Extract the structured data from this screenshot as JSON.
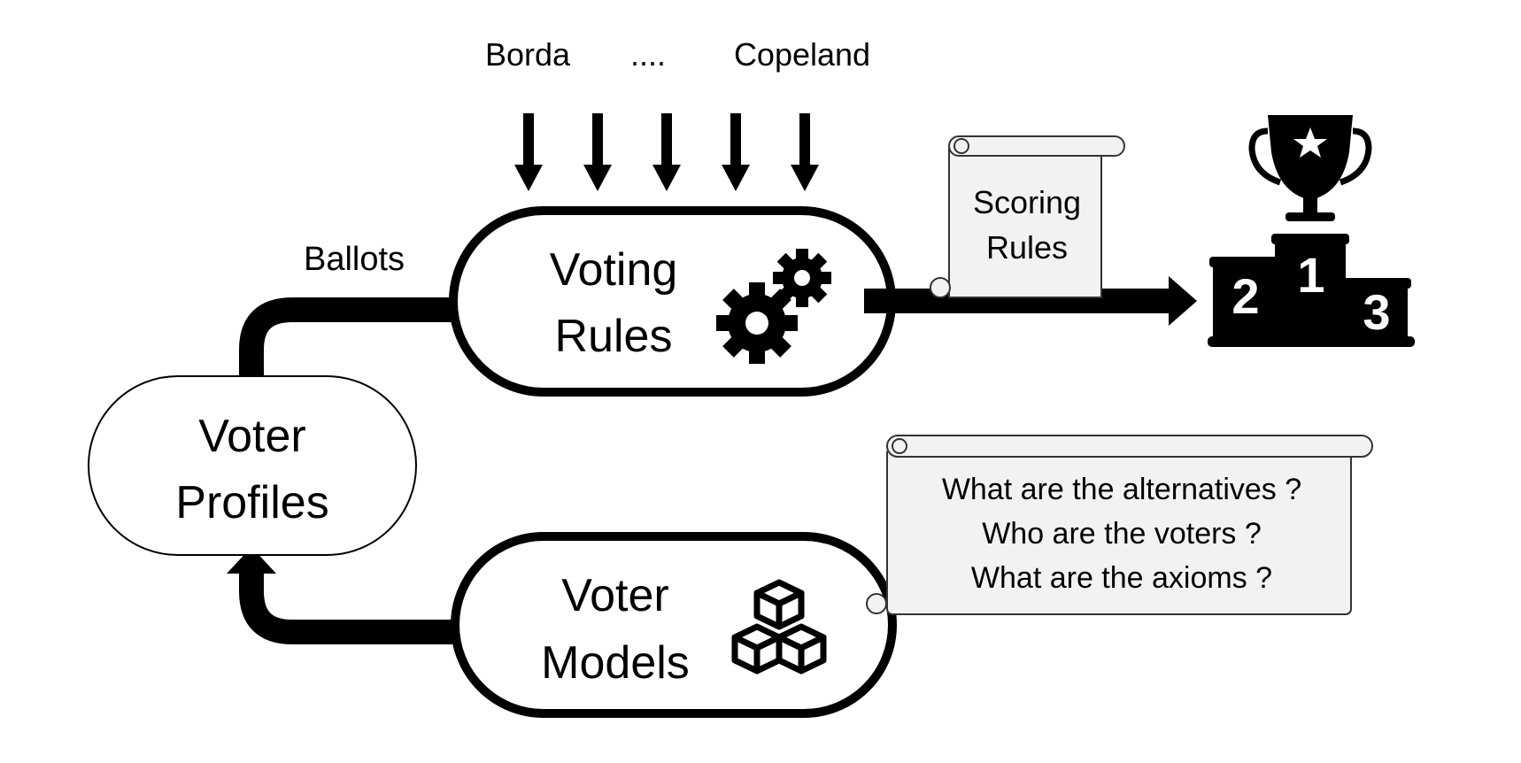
{
  "methods": {
    "first": "Borda",
    "ellipsis": "....",
    "last": "Copeland"
  },
  "ballots_label": "Ballots",
  "voting_rules": {
    "line1": "Voting",
    "line2": "Rules",
    "icon": "gears-icon"
  },
  "scoring_rules": {
    "line1": "Scoring",
    "line2": "Rules",
    "icon": "scroll-icon"
  },
  "voter_profiles": {
    "line1": "Voter",
    "line2": "Profiles"
  },
  "voter_models": {
    "line1": "Voter",
    "line2": "Models",
    "icon": "cubes-icon"
  },
  "questions": [
    "What are the alternatives ?",
    "Who are the voters ?",
    "What are the axioms ?"
  ],
  "podium": {
    "first": "1",
    "second": "2",
    "third": "3",
    "icon": "trophy-icon"
  }
}
